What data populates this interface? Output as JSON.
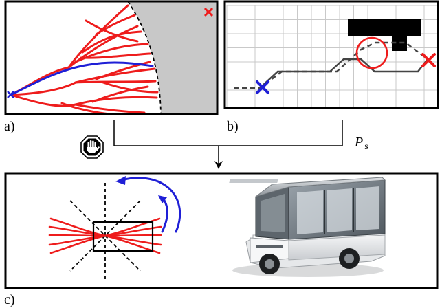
{
  "panels": {
    "a": {
      "label": "a)"
    },
    "b": {
      "label": "b)"
    },
    "c": {
      "label": "c)"
    }
  },
  "signal": {
    "symbol": "P",
    "subscript": "s"
  },
  "colors": {
    "tree": "#ee1c1c",
    "path": "#1f1fd6",
    "start_marker": "#1f1fd6",
    "goal_marker": "#ee1c1c",
    "unknown_area": "#c8c8c8",
    "grid": "#c9c9c9",
    "obstacle": "#000000",
    "route": "#444444",
    "frame": "#000000"
  },
  "icons": {
    "stop": "stop-hand-icon",
    "start": "blue-x-marker",
    "goal": "red-x-marker",
    "vehicle": "shuttle-bus-illustration"
  }
}
